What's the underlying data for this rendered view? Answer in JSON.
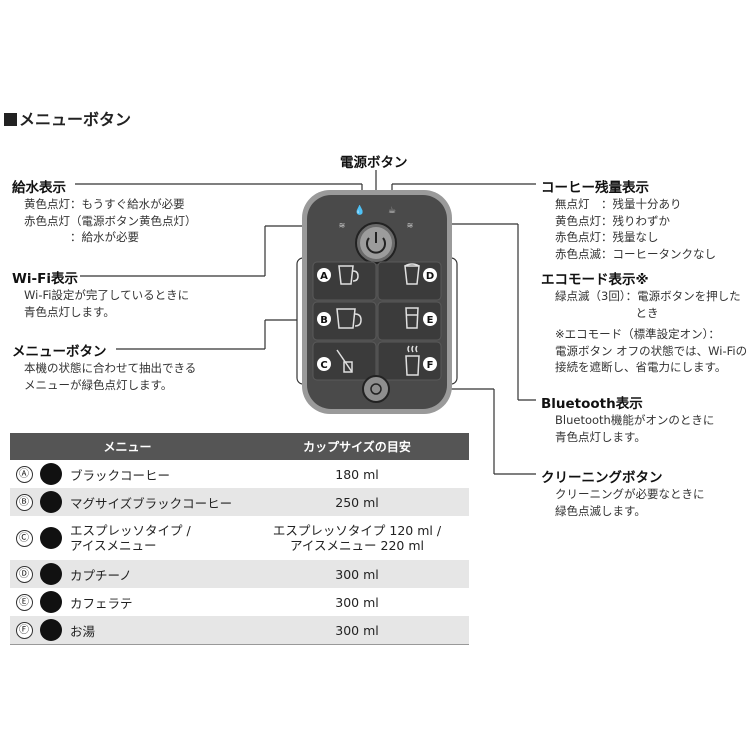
{
  "section_title": "メニューボタン",
  "labels": {
    "power": "電源ボタン",
    "water": {
      "title": "給水表示",
      "lines": [
        "黄色点灯：もうすぐ給水が必要",
        "赤色点灯（電源ボタン黄色点灯）",
        "　　　　：給水が必要"
      ]
    },
    "wifi": {
      "title": "Wi-Fi表示",
      "lines": [
        "Wi-Fi設定が完了しているときに",
        "青色点灯します。"
      ]
    },
    "menu": {
      "title": "メニューボタン",
      "lines": [
        "本機の状態に合わせて抽出できる",
        "メニューが緑色点灯します。"
      ]
    },
    "coffee": {
      "title": "コーヒー残量表示",
      "lines": [
        "無点灯　：残量十分あり",
        "黄色点灯：残りわずか",
        "赤色点灯：残量なし",
        "赤色点滅：コーヒータンクなし"
      ]
    },
    "eco": {
      "title": "エコモード表示※",
      "lines": [
        "緑点滅（3回）：電源ボタンを押した",
        "　　　　　　　とき"
      ],
      "note": [
        "※エコモード（標準設定オン）：",
        "電源ボタン オフの状態では、Wi-Fiの",
        "接続を遮断し、省電力にします。"
      ]
    },
    "bluetooth": {
      "title": "Bluetooth表示",
      "lines": [
        "Bluetooth機能がオンのときに",
        "青色点灯します。"
      ]
    },
    "cleaning": {
      "title": "クリーニングボタン",
      "lines": [
        "クリーニングが必要なときに",
        "緑色点滅します。"
      ]
    }
  },
  "panel_letters": [
    "A",
    "B",
    "C",
    "D",
    "E",
    "F"
  ],
  "table": {
    "headers": [
      "メニュー",
      "カップサイズの目安"
    ],
    "rows": [
      {
        "letter": "Ⓐ",
        "icon": "black-coffee-icon",
        "name": "ブラックコーヒー",
        "size": "180 ml"
      },
      {
        "letter": "Ⓑ",
        "icon": "mug-coffee-icon",
        "name": "マグサイズブラックコーヒー",
        "size": "250 ml"
      },
      {
        "letter": "Ⓒ",
        "icon": "espresso-ice-icon",
        "name": "エスプレッソタイプ /\nアイスメニュー",
        "size": "エスプレッソタイプ 120 ml /\nアイスメニュー 220 ml"
      },
      {
        "letter": "Ⓓ",
        "icon": "cappuccino-icon",
        "name": "カプチーノ",
        "size": "300 ml"
      },
      {
        "letter": "Ⓔ",
        "icon": "cafe-latte-icon",
        "name": "カフェラテ",
        "size": "300 ml"
      },
      {
        "letter": "Ⓕ",
        "icon": "hot-water-icon",
        "name": "お湯",
        "size": "300 ml"
      }
    ]
  },
  "colors": {
    "panel_body": "#4a4a4a",
    "panel_rim": "#8a8a8a",
    "table_header": "#555555",
    "table_alt": "#e6e6e6"
  }
}
